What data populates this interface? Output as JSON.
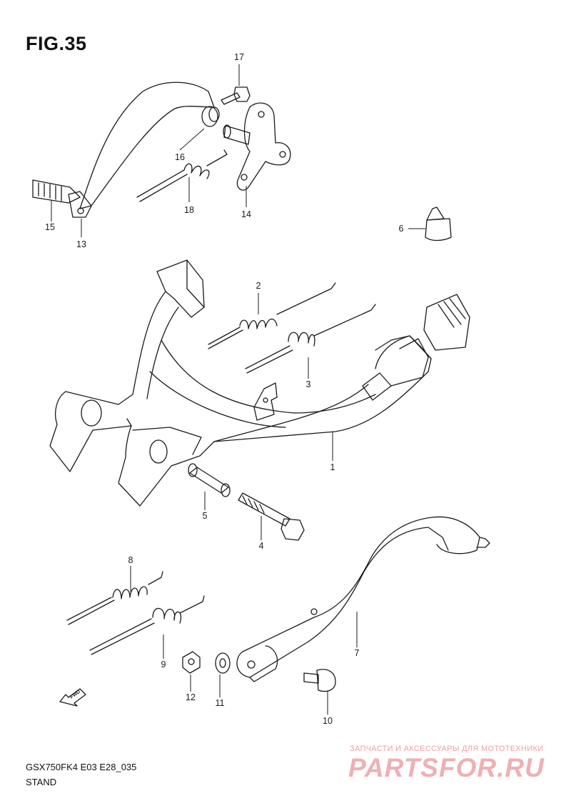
{
  "figure": {
    "title": "FIG.35",
    "code": "GSX750FK4 E03 E28_035",
    "name": "STAND"
  },
  "callouts": [
    {
      "number": "1"
    },
    {
      "number": "2"
    },
    {
      "number": "3"
    },
    {
      "number": "4"
    },
    {
      "number": "5"
    },
    {
      "number": "6"
    },
    {
      "number": "7"
    },
    {
      "number": "8"
    },
    {
      "number": "9"
    },
    {
      "number": "10"
    },
    {
      "number": "11"
    },
    {
      "number": "12"
    },
    {
      "number": "13"
    },
    {
      "number": "14"
    },
    {
      "number": "15"
    },
    {
      "number": "16"
    },
    {
      "number": "17"
    },
    {
      "number": "18"
    }
  ],
  "fwd_arrow": {
    "label": "FWD"
  },
  "watermark": {
    "line1": "ЗАПЧАСТИ И АКСЕССУАРЫ ДЛЯ МОТОТЕХНИКИ",
    "line2": "PARTSFOR.RU"
  }
}
